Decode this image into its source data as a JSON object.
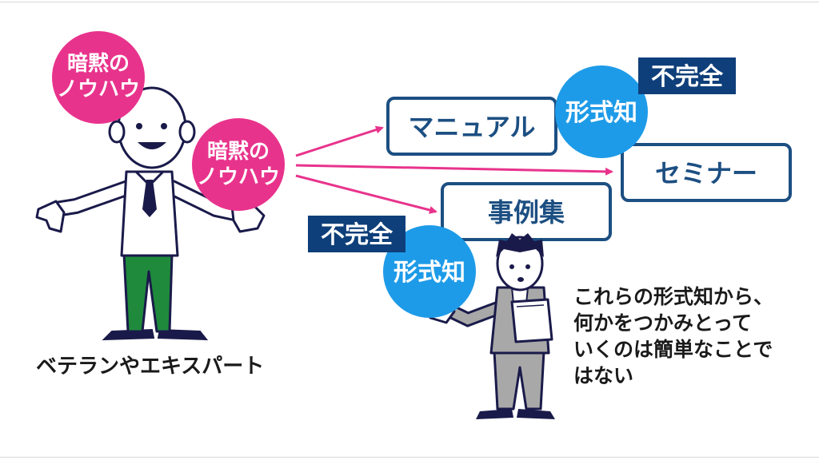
{
  "colors": {
    "pink": "#e8338c",
    "blue_circle": "#1e9be8",
    "navy": "#0f3f7a",
    "box_border": "#1c4f82",
    "pants_green": "#1f8a3c",
    "suit_gray": "#a8a8a8"
  },
  "tacit_knowhow": {
    "top": [
      "暗黙の",
      "ノウハウ"
    ],
    "middle": [
      "暗黙の",
      "ノウハウ"
    ]
  },
  "boxes": {
    "manual": "マニュアル",
    "seminar": "セミナー",
    "case_studies": "事例集"
  },
  "explicit_knowledge": {
    "top": "形式知",
    "bottom": "形式知"
  },
  "incomplete_tags": {
    "top": "不完全",
    "bottom": "不完全"
  },
  "veteran_caption": "ベテランやエキスパート",
  "novice_caption": [
    "これらの形式知から、",
    "何かをつかみとって",
    "いくのは簡単なことで",
    "はない"
  ]
}
